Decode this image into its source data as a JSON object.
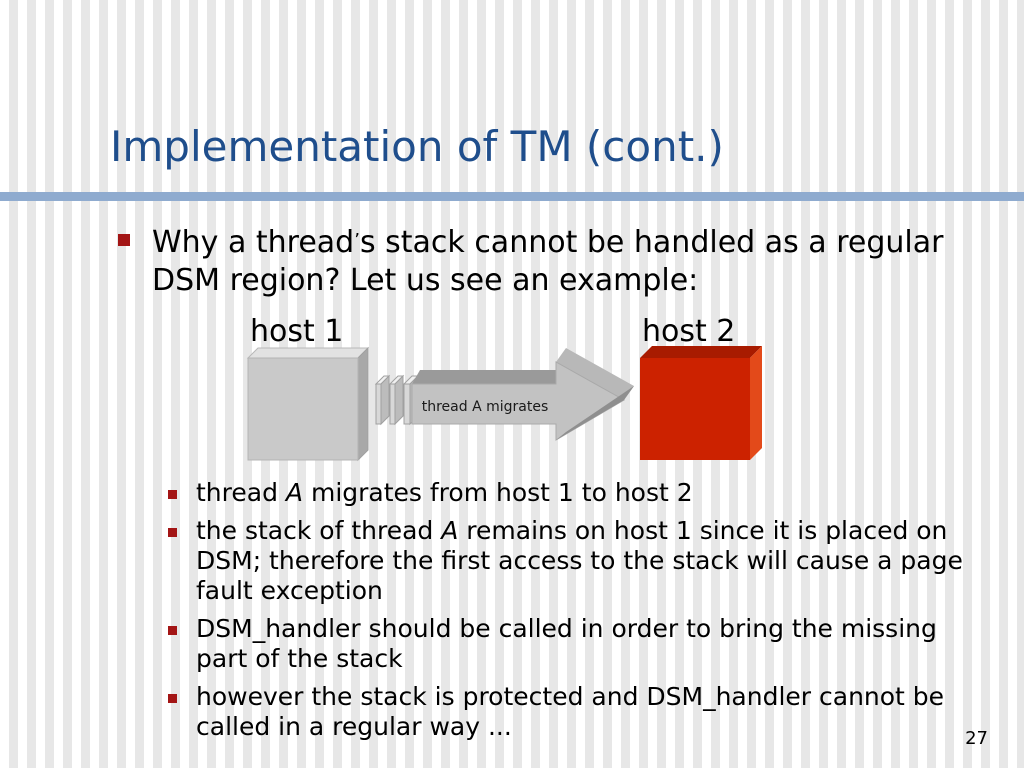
{
  "slide": {
    "title": "Implementation of TM (cont.)",
    "main_bullet": {
      "part1": "Why a thread",
      "apostrophe": "’",
      "part2": "s stack cannot be handled as a regular DSM region? Let us see an example:"
    },
    "diagram": {
      "host1_label": "host 1",
      "host2_label": "host 2",
      "arrow_label": "thread A migrates",
      "host1_color": "#c8c8c8",
      "host2_color": "#cc2200"
    },
    "sub_bullets": [
      {
        "before": "thread ",
        "italic": "A",
        "after": " migrates from host 1 to host 2"
      },
      {
        "before": "the stack of thread ",
        "italic": "A",
        "after": " remains on host 1 since it is placed on DSM; therefore the first access to the stack will cause a page fault exception"
      },
      {
        "before": "DSM_handler should be called in order to bring the missing part of the stack",
        "italic": "",
        "after": ""
      },
      {
        "before": "however the stack is protected and DSM_handler cannot be called in a regular way ...",
        "italic": "",
        "after": ""
      }
    ],
    "page_number": "27",
    "colors": {
      "title": "#1f4e8c",
      "rule": "#8fabcf",
      "bullet": "#a31515"
    }
  }
}
